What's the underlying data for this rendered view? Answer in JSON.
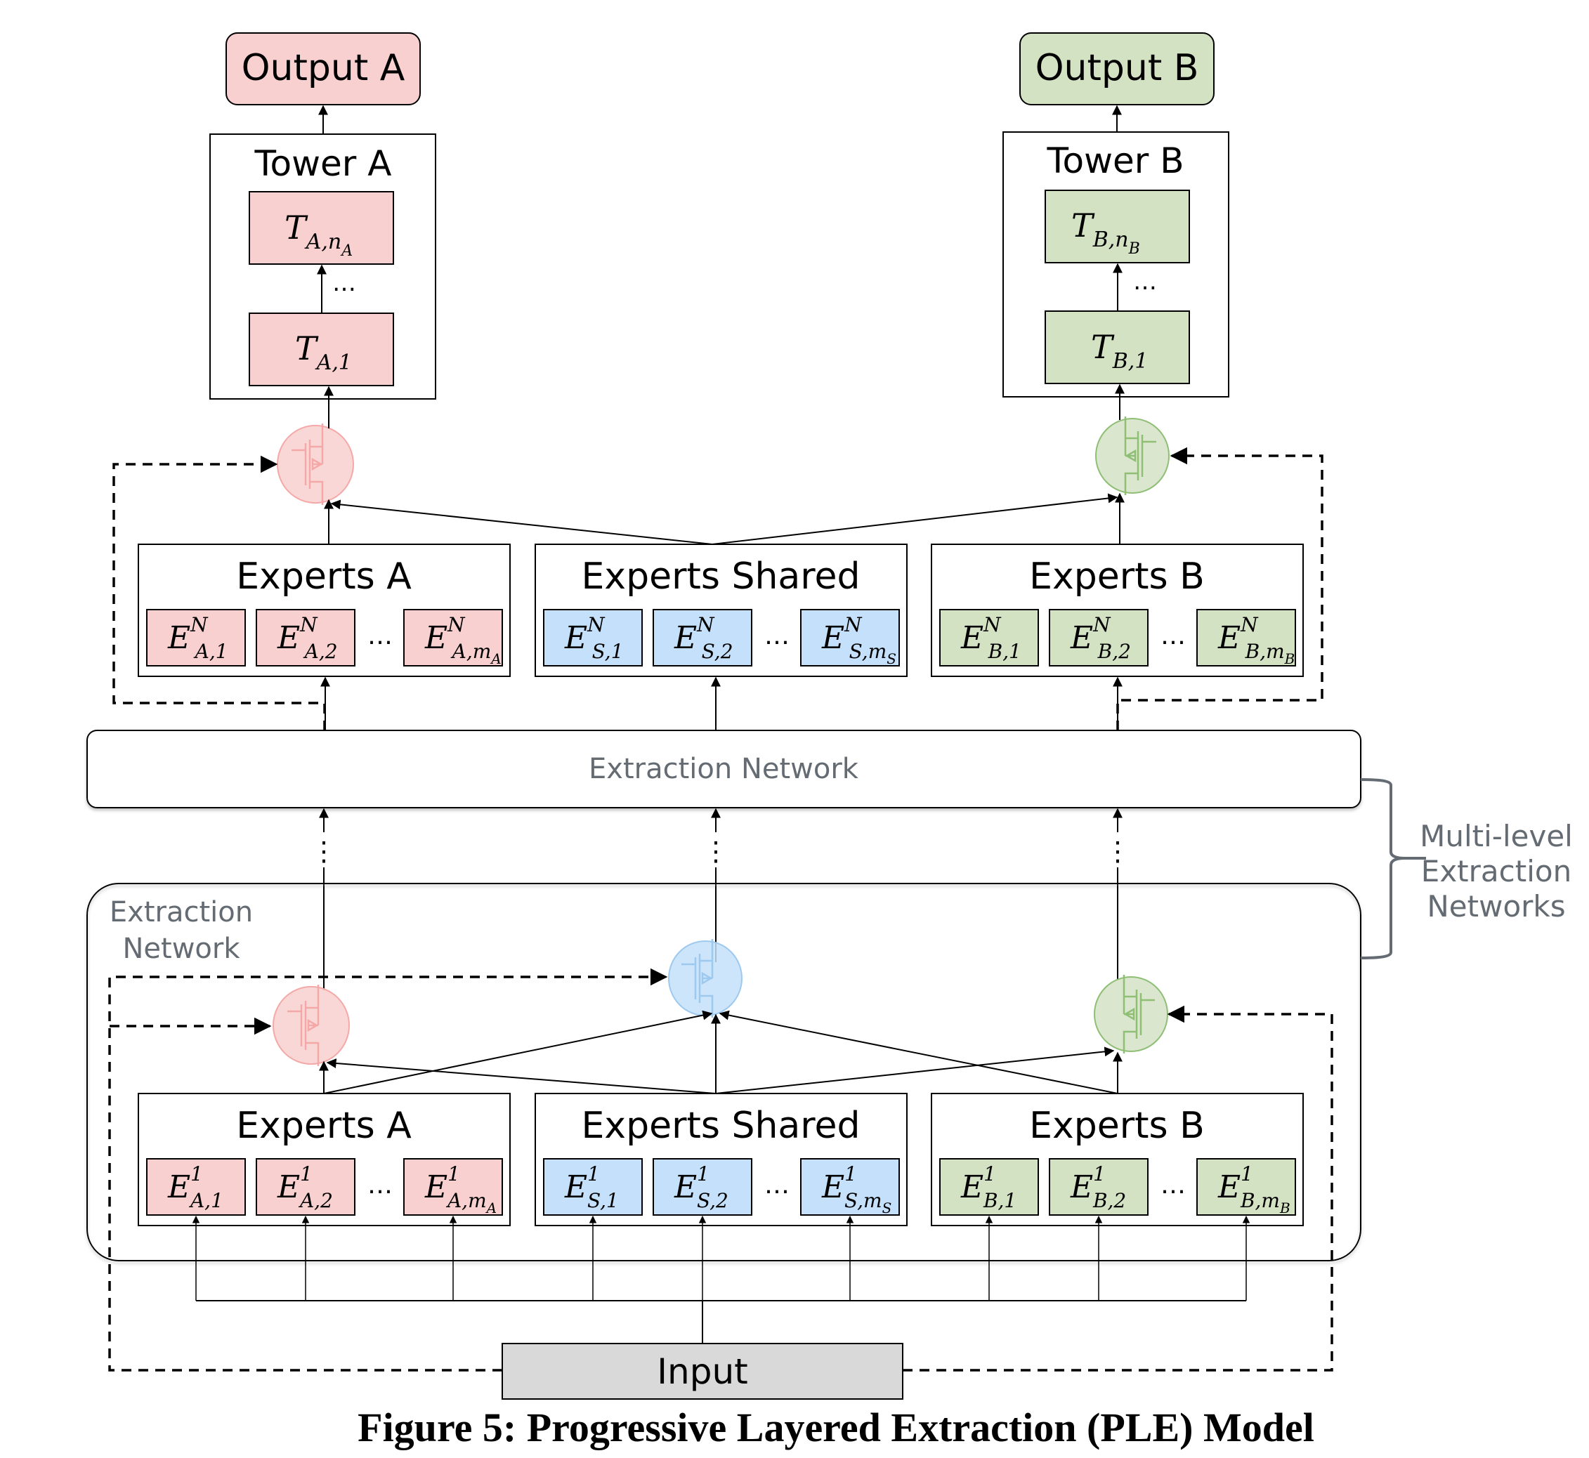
{
  "figure": {
    "caption": "Figure 5: Progressive Layered Extraction (PLE) Model",
    "colors": {
      "task_a": "#f8d0cf",
      "task_b": "#d4e2c4",
      "shared": "#c4e0fa",
      "input": "#d9d9d9",
      "gate_a": "#f4a9a8",
      "gate_b": "#8fbf75",
      "gate_s": "#9ec9ef",
      "gray_text": "#646b72"
    }
  },
  "outputs": {
    "a": "Output A",
    "b": "Output B"
  },
  "towers": {
    "a": {
      "title": "Tower A",
      "top_label": "T",
      "top_sub": "A,n",
      "top_subsub": "A",
      "bottom_label": "T",
      "bottom_sub": "A,1",
      "ellipsis": "…"
    },
    "b": {
      "title": "Tower B",
      "top_label": "T",
      "top_sub": "B,n",
      "top_subsub": "B",
      "bottom_label": "T",
      "bottom_sub": "B,1",
      "ellipsis": "…"
    }
  },
  "levels": {
    "top": {
      "sup": "N",
      "groups": [
        {
          "title": "Experts A",
          "experts": [
            {
              "base": "E",
              "sub": "A,1"
            },
            {
              "base": "E",
              "sub": "A,2"
            },
            {
              "base": "E",
              "sub": "A,m",
              "subsub": "A"
            }
          ],
          "ellipsis": "…"
        },
        {
          "title": "Experts Shared",
          "experts": [
            {
              "base": "E",
              "sub": "S,1"
            },
            {
              "base": "E",
              "sub": "S,2"
            },
            {
              "base": "E",
              "sub": "S,m",
              "subsub": "S"
            }
          ],
          "ellipsis": "…"
        },
        {
          "title": "Experts B",
          "experts": [
            {
              "base": "E",
              "sub": "B,1"
            },
            {
              "base": "E",
              "sub": "B,2"
            },
            {
              "base": "E",
              "sub": "B,m",
              "subsub": "B"
            }
          ],
          "ellipsis": "…"
        }
      ]
    },
    "bottom": {
      "sup": "1",
      "groups": [
        {
          "title": "Experts A",
          "experts": [
            {
              "base": "E",
              "sub": "A,1"
            },
            {
              "base": "E",
              "sub": "A,2"
            },
            {
              "base": "E",
              "sub": "A,m",
              "subsub": "A"
            }
          ],
          "ellipsis": "…"
        },
        {
          "title": "Experts Shared",
          "experts": [
            {
              "base": "E",
              "sub": "S,1"
            },
            {
              "base": "E",
              "sub": "S,2"
            },
            {
              "base": "E",
              "sub": "S,m",
              "subsub": "S"
            }
          ],
          "ellipsis": "…"
        },
        {
          "title": "Experts B",
          "experts": [
            {
              "base": "E",
              "sub": "B,1"
            },
            {
              "base": "E",
              "sub": "B,2"
            },
            {
              "base": "E",
              "sub": "B,m",
              "subsub": "B"
            }
          ],
          "ellipsis": "…"
        }
      ]
    }
  },
  "extraction_network_bar": "Extraction Network",
  "extraction_network_container": {
    "line1": "Extraction",
    "line2": "Network"
  },
  "multi_level_label": {
    "line1": "Multi-level",
    "line2": "Extraction",
    "line3": "Networks"
  },
  "input": "Input",
  "vertical_ellipsis": "⋮"
}
